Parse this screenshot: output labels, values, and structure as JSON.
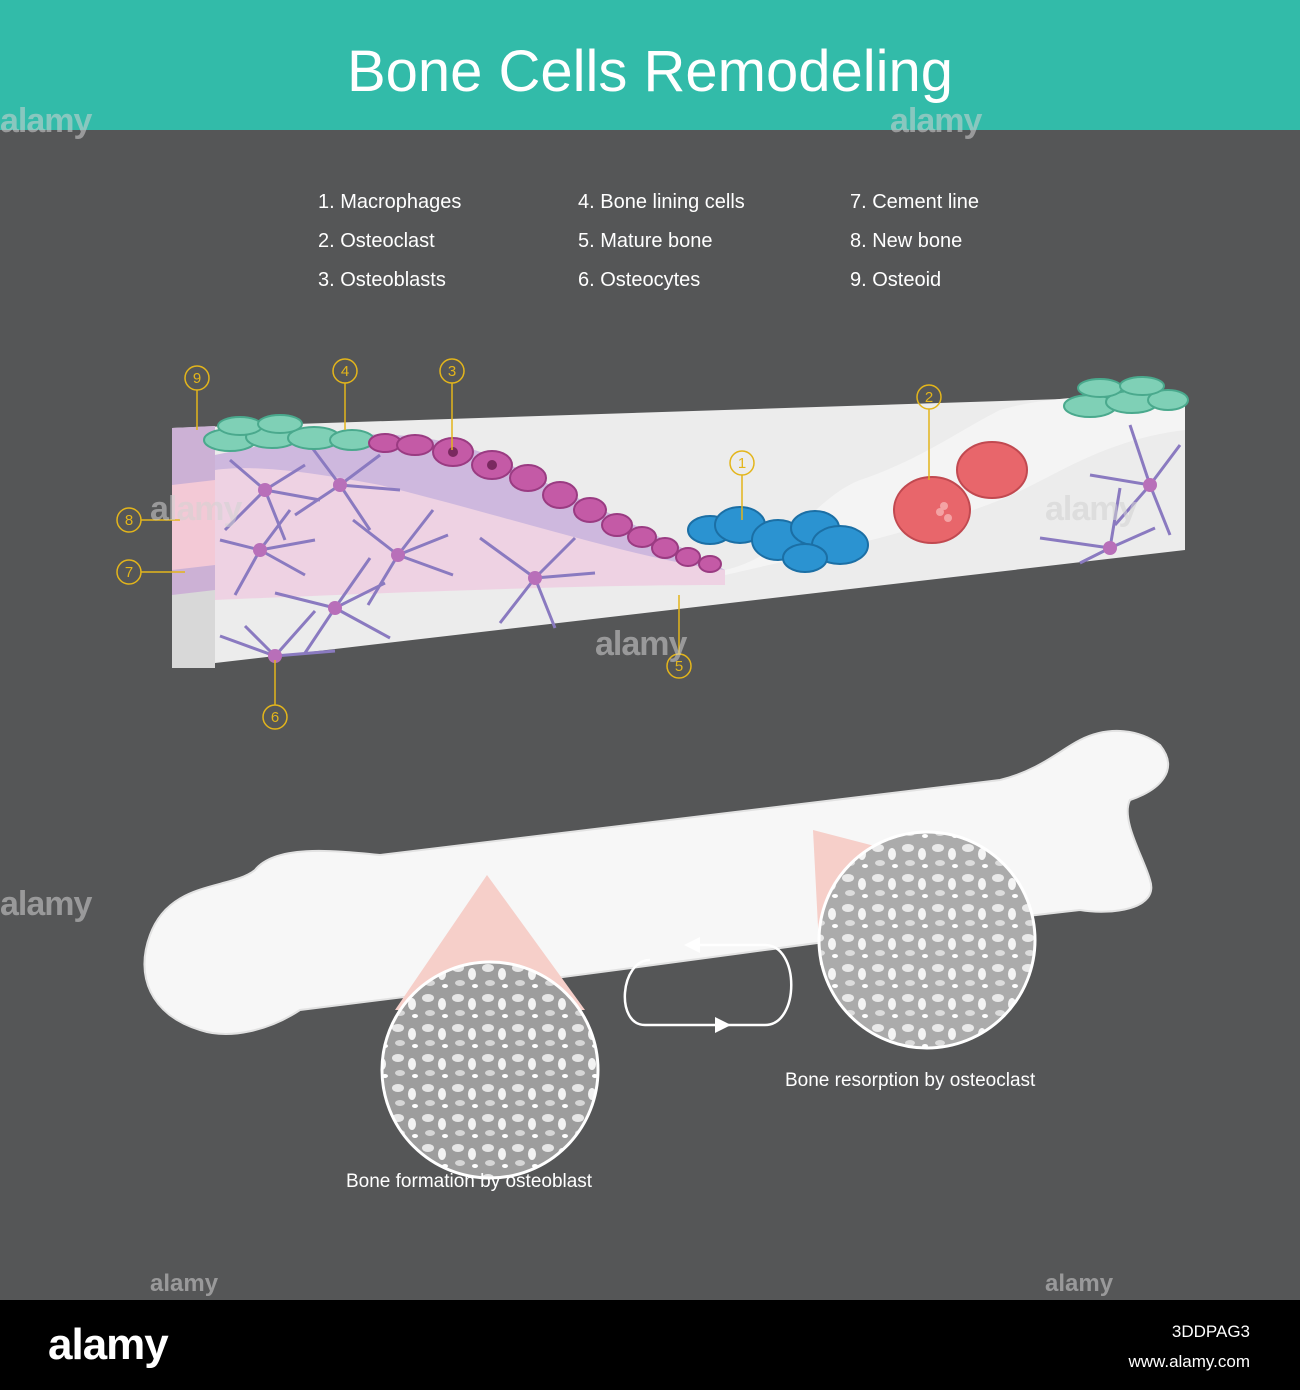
{
  "header": {
    "title": "Bone Cells Remodeling",
    "color": "#32bba9"
  },
  "legend": {
    "col1": [
      "1. Macrophages",
      "2. Osteoclast",
      "3. Osteoblasts"
    ],
    "col2": [
      "4. Bone lining cells",
      "5. Mature bone",
      "6. Osteocytes"
    ],
    "col3": [
      "7. Cement line",
      "8. New bone",
      "9. Osteoid"
    ]
  },
  "callouts": [
    "1",
    "2",
    "3",
    "4",
    "5",
    "6",
    "7",
    "8",
    "9"
  ],
  "captions": {
    "formation": "Bone formation by osteoblast",
    "resorption": "Bone resorption by osteoclast"
  },
  "watermark": "alamy",
  "footer": {
    "logo": "alamy",
    "image_id": "3DDPAG3",
    "url": "www.alamy.com"
  },
  "colors": {
    "background": "#555657",
    "callout": "#e3b51b",
    "osteoblast": "#c45aa6",
    "lining_cell": "#7fd0b6",
    "macrophage": "#2b93d1",
    "osteoclast": "#e8666b",
    "osteocyte": "#8a7ac0"
  }
}
